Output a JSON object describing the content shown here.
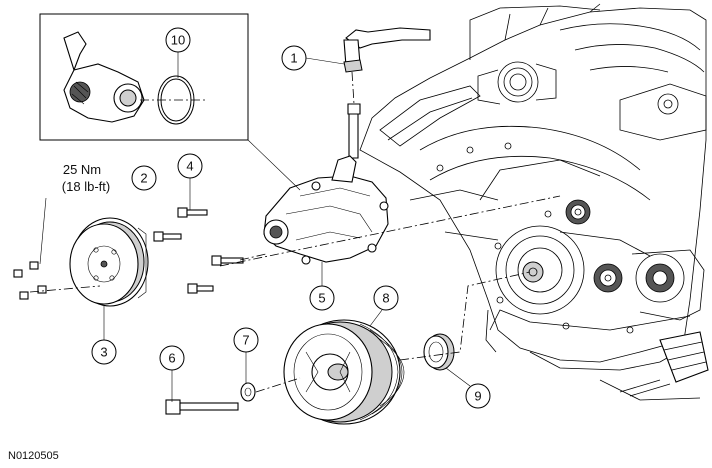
{
  "figure_id": "N0120505",
  "torque_spec": {
    "metric": "25 Nm",
    "imperial": "(18 lb-ft)"
  },
  "callouts": [
    {
      "id": "1",
      "label": "1"
    },
    {
      "id": "2",
      "label": "2"
    },
    {
      "id": "3",
      "label": "3"
    },
    {
      "id": "4",
      "label": "4"
    },
    {
      "id": "5",
      "label": "5"
    },
    {
      "id": "6",
      "label": "6"
    },
    {
      "id": "7",
      "label": "7"
    },
    {
      "id": "8",
      "label": "8"
    },
    {
      "id": "9",
      "label": "9"
    },
    {
      "id": "10",
      "label": "10"
    }
  ]
}
